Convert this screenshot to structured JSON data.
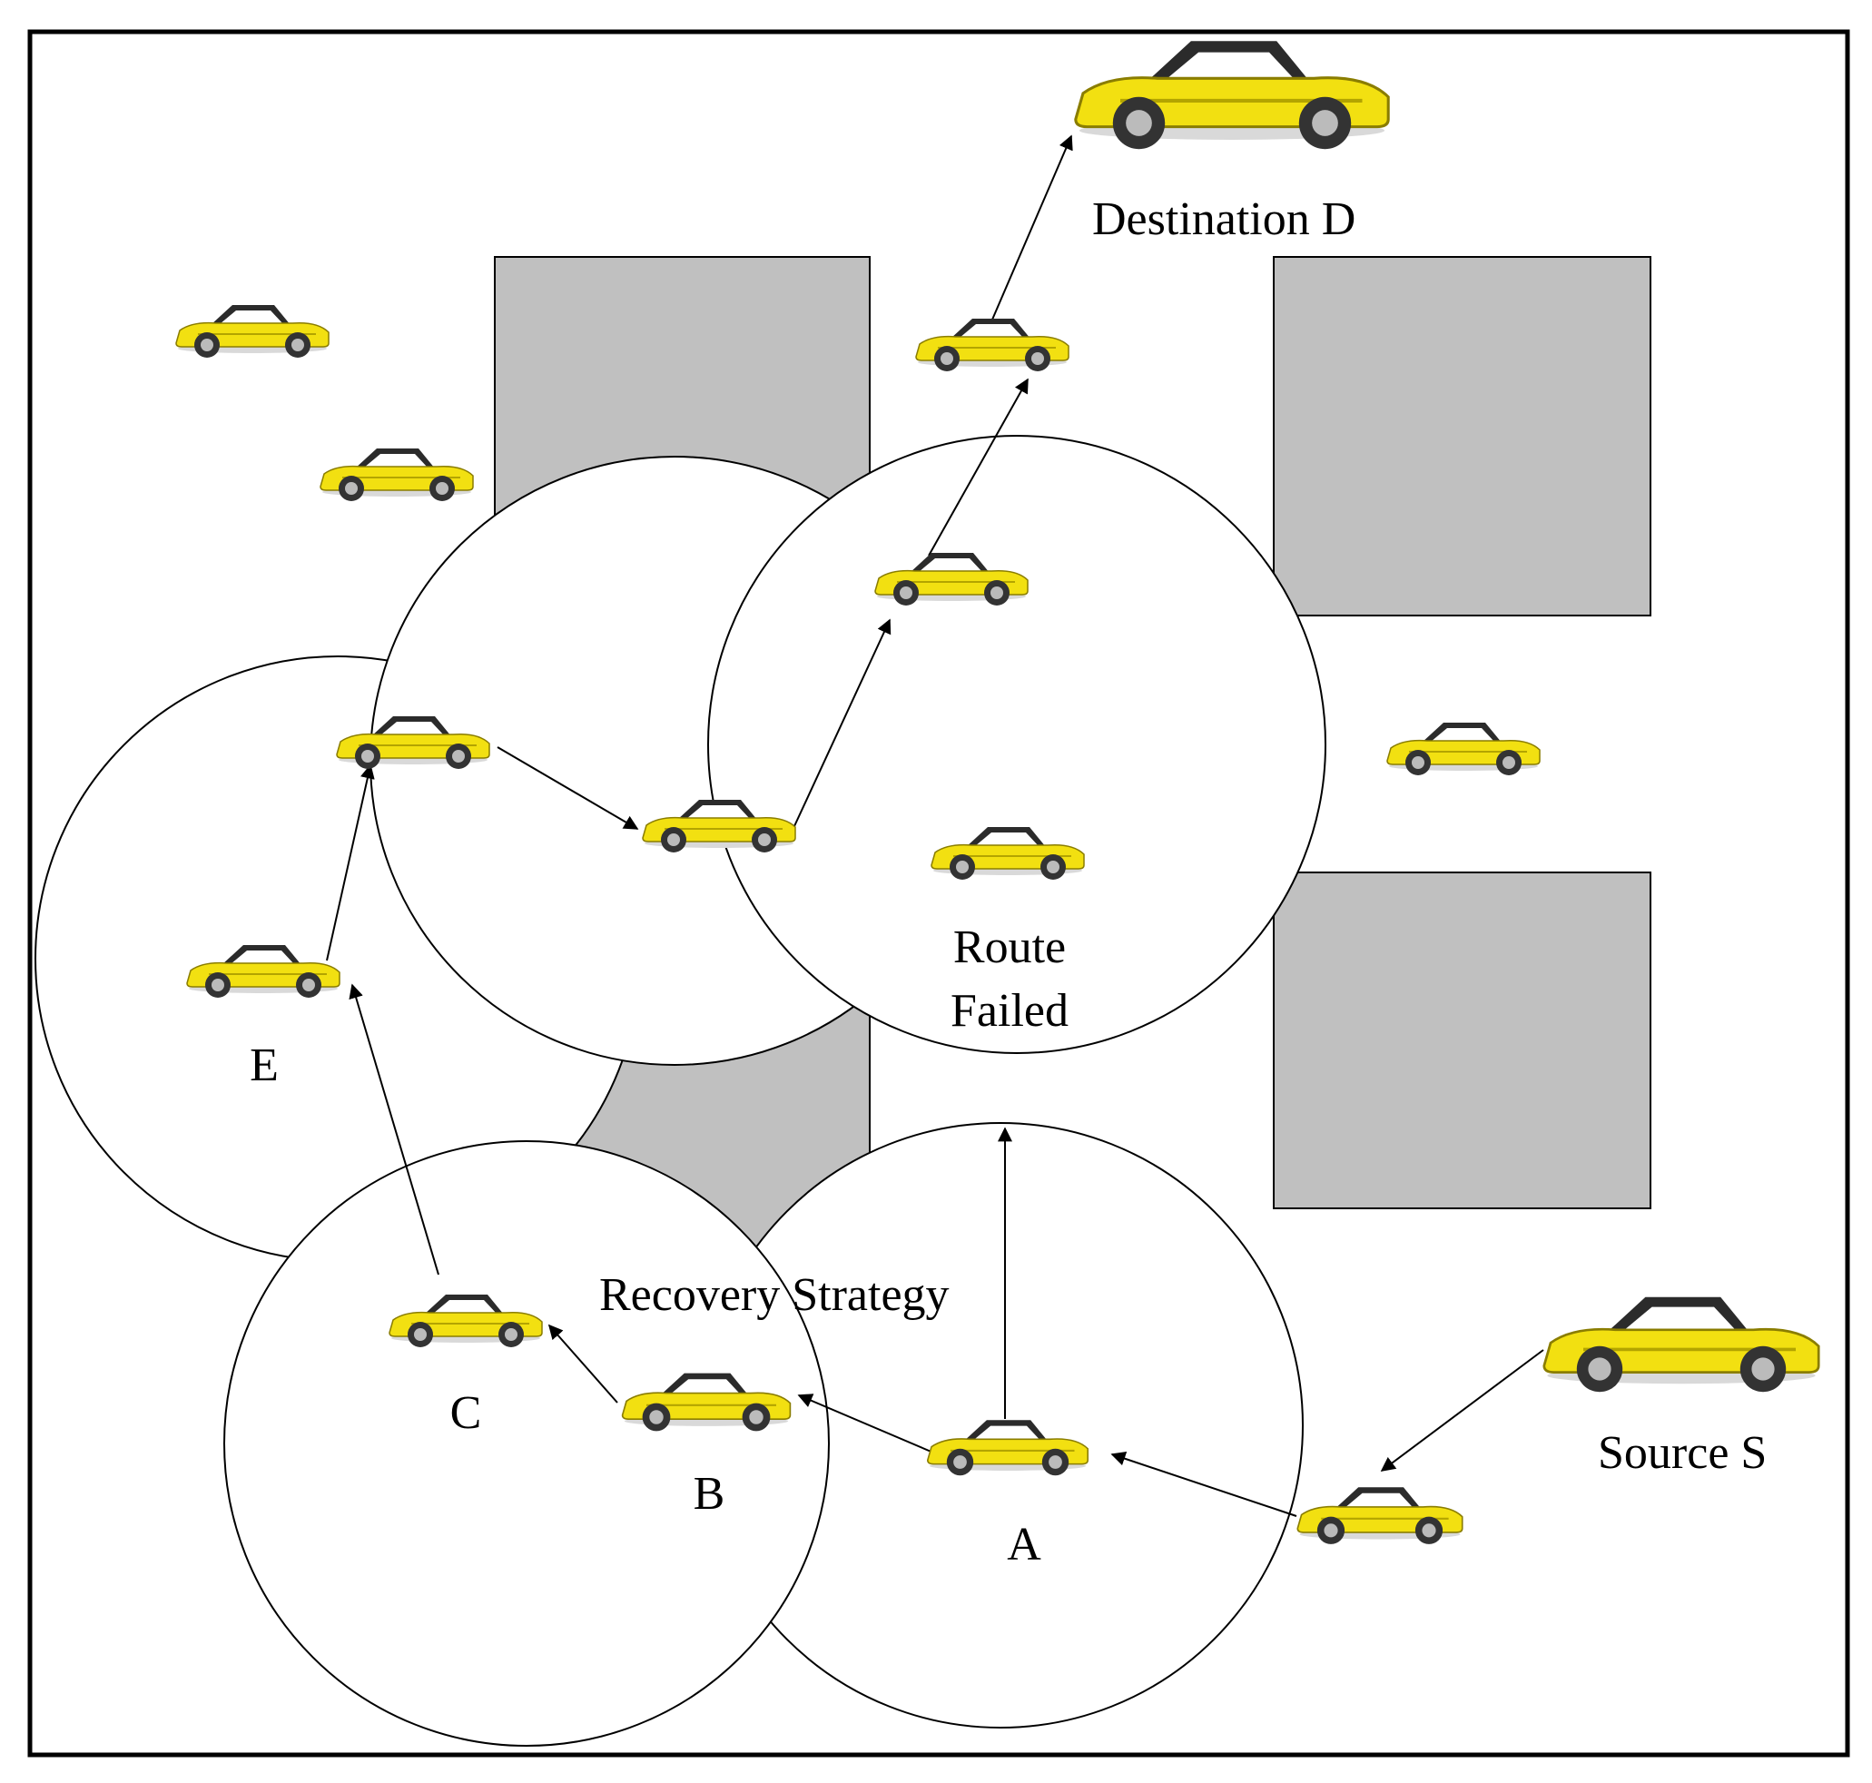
{
  "labels": {
    "destination": "Destination D",
    "route_failed_line1": "Route",
    "route_failed_line2": "Failed",
    "recovery_strategy": "Recovery Strategy",
    "source": "Source S",
    "node_a": "A",
    "node_b": "B",
    "node_c": "C",
    "node_e": "E"
  },
  "colors": {
    "car_body": "#f2e011",
    "car_roof": "#2b2b2b",
    "building": "#c0c0c0",
    "background": "#ffffff"
  },
  "icons": {
    "vehicle": "car-icon",
    "obstacle": "building-block"
  }
}
